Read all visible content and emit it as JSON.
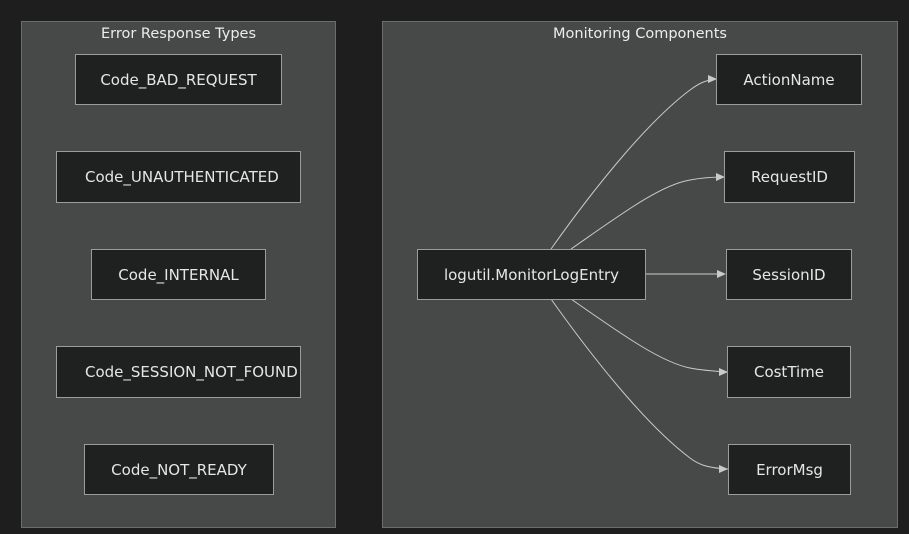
{
  "clusters": {
    "errors": {
      "title": "Error Response Types",
      "nodes": [
        "Code_BAD_REQUEST",
        "Code_UNAUTHENTICATED",
        "Code_INTERNAL",
        "Code_SESSION_NOT_FOUND",
        "Code_NOT_READY"
      ]
    },
    "monitoring": {
      "title": "Monitoring Components",
      "source": "logutil.MonitorLogEntry",
      "targets": [
        "ActionName",
        "RequestID",
        "SessionID",
        "CostTime",
        "ErrorMsg"
      ]
    }
  },
  "colors": {
    "background": "#1e1e1e",
    "cluster_fill": "#474948",
    "node_fill": "#1f2020",
    "edge": "#c9cbca"
  }
}
